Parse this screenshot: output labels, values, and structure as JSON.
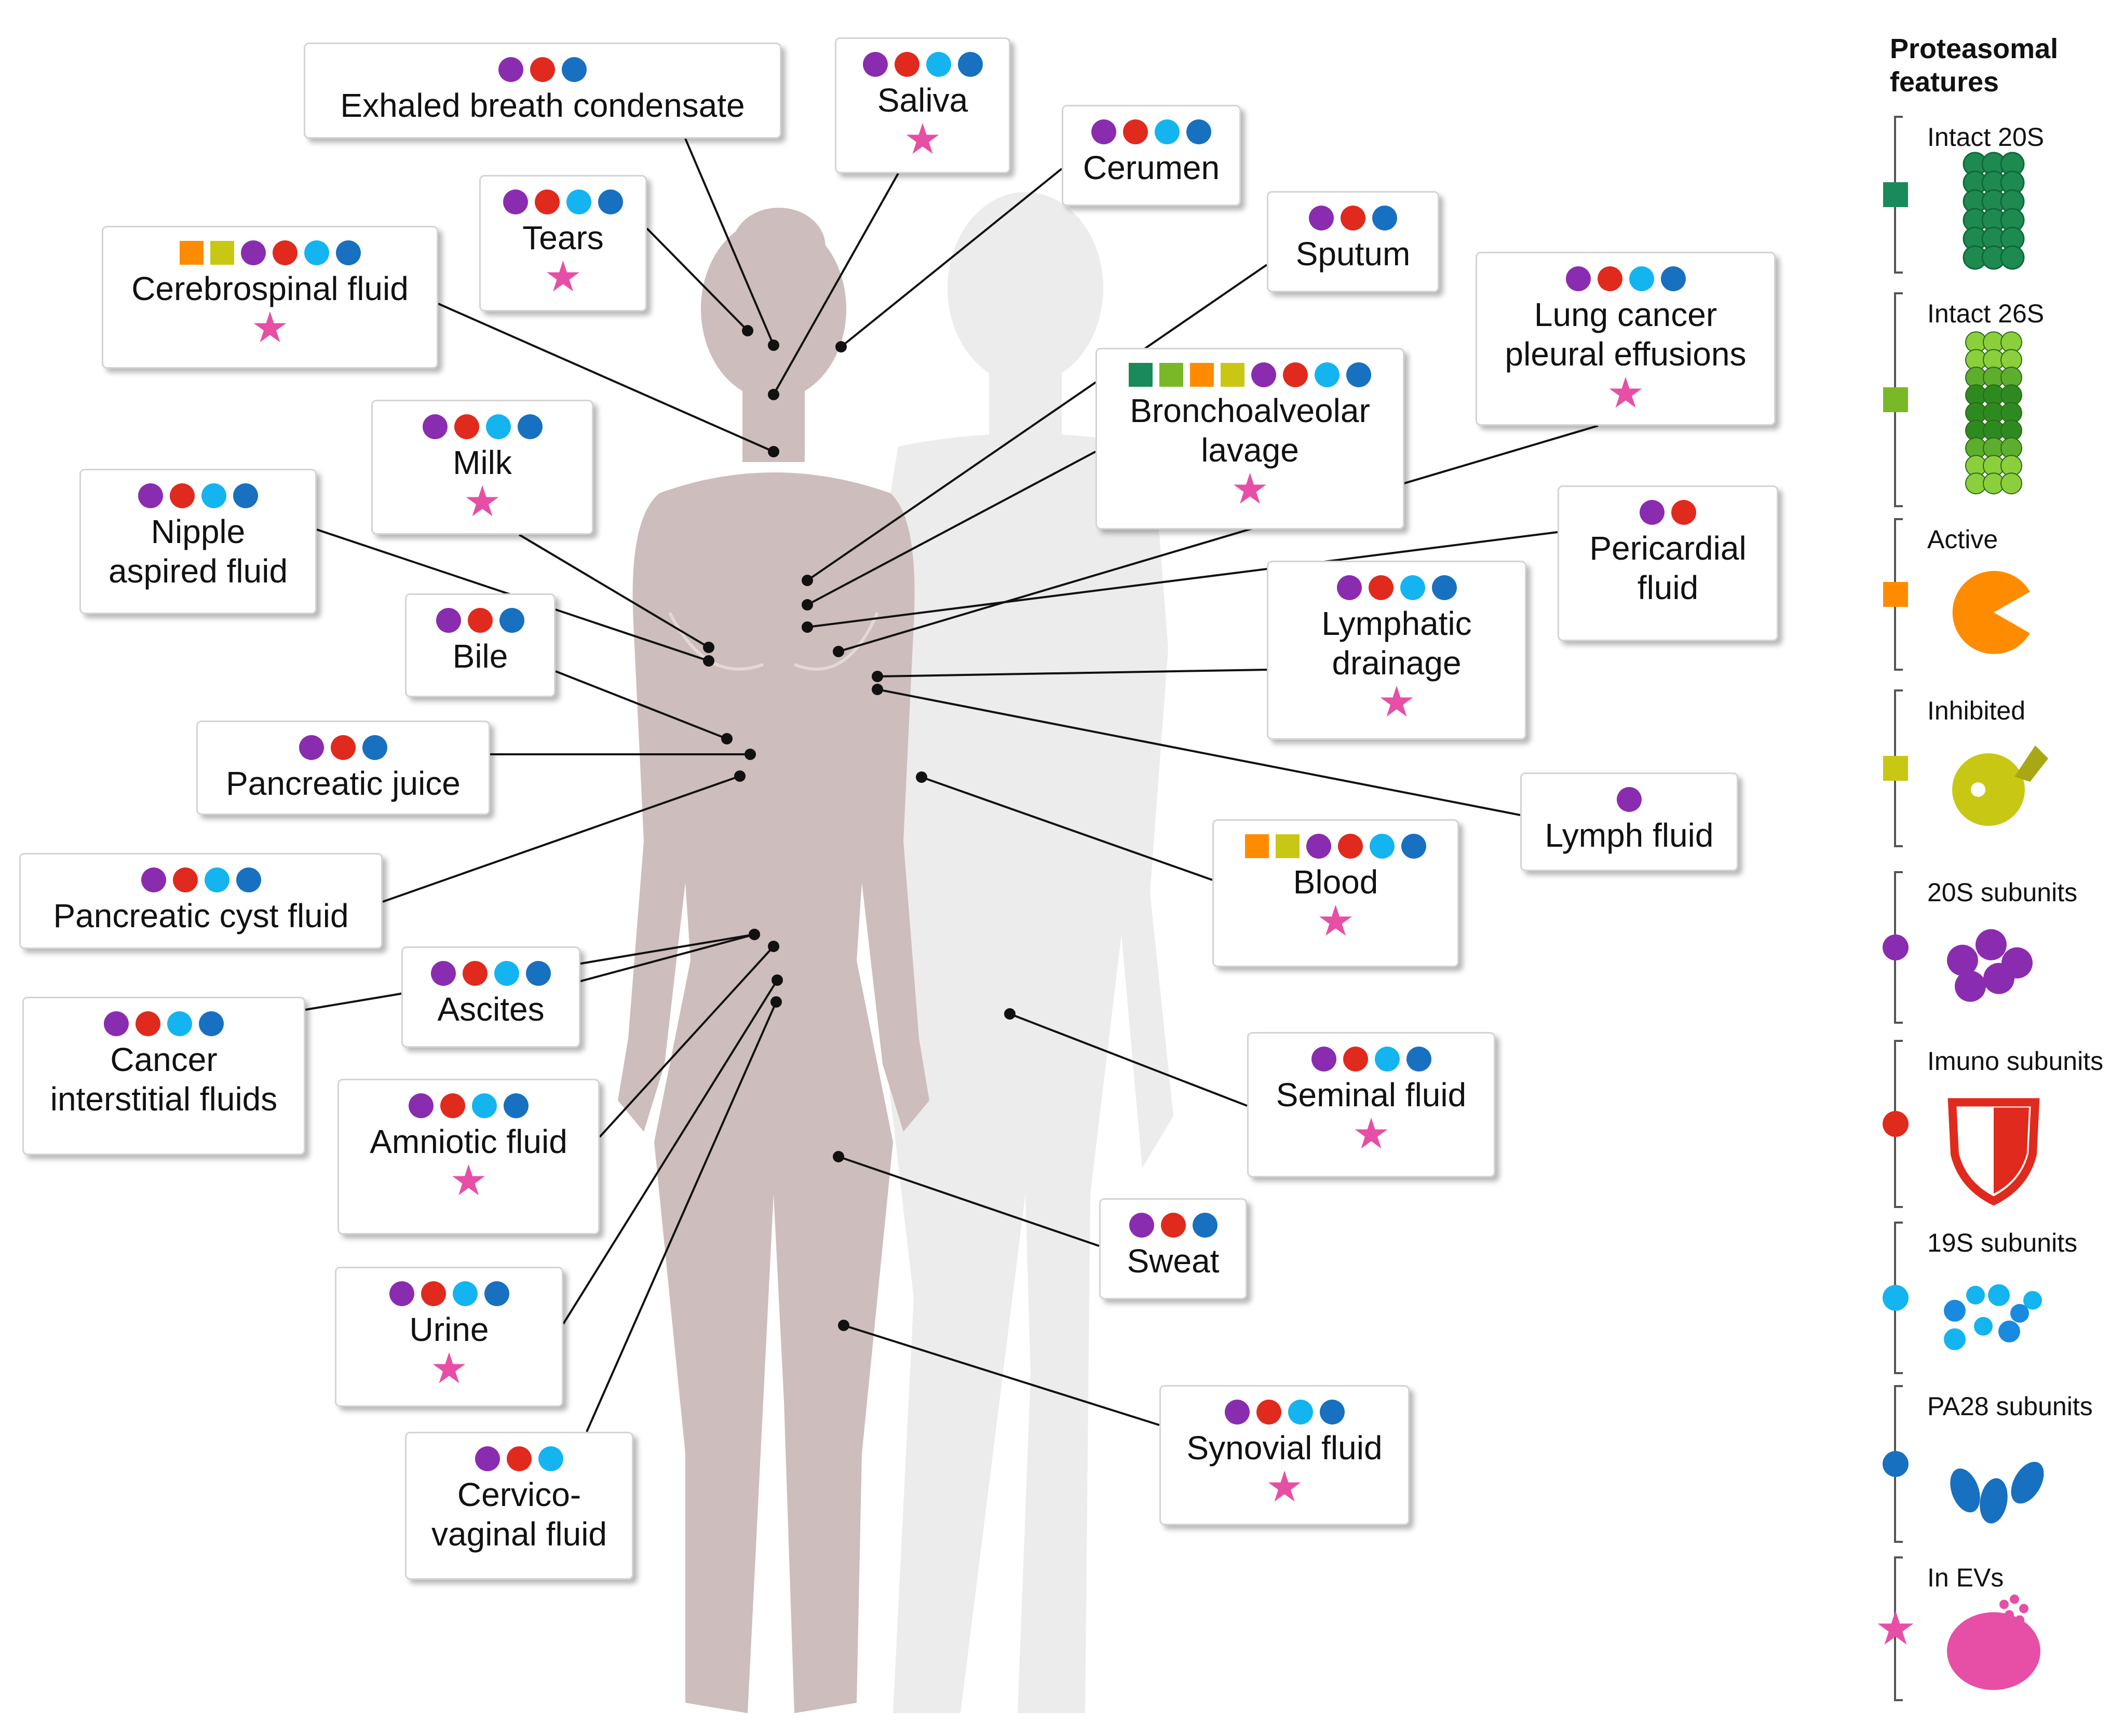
{
  "colors": {
    "intact20s": "#1a8a5a",
    "intact26s": "#7ab828",
    "active": "#ff8c00",
    "inhibited": "#c8c814",
    "sub20s": "#8a2cb0",
    "imuno": "#e02a1e",
    "sub19s": "#14b4f0",
    "pa28": "#1870c0",
    "evs": "#e64fa5"
  },
  "fluids": [
    {
      "id": "exhaled-breath-condensate",
      "label": "Exhaled breath condensate",
      "markers": [
        "sub20s",
        "imuno",
        "pa28"
      ],
      "ev": false
    },
    {
      "id": "saliva",
      "label": "Saliva",
      "markers": [
        "sub20s",
        "imuno",
        "sub19s",
        "pa28"
      ],
      "ev": true
    },
    {
      "id": "cerumen",
      "label": "Cerumen",
      "markers": [
        "sub20s",
        "imuno",
        "sub19s",
        "pa28"
      ],
      "ev": false
    },
    {
      "id": "tears",
      "label": "Tears",
      "markers": [
        "sub20s",
        "imuno",
        "sub19s",
        "pa28"
      ],
      "ev": true
    },
    {
      "id": "sputum",
      "label": "Sputum",
      "markers": [
        "sub20s",
        "imuno",
        "pa28"
      ],
      "ev": false
    },
    {
      "id": "cerebrospinal-fluid",
      "label": "Cerebrospinal fluid",
      "markers": [
        "active",
        "inhibited",
        "sub20s",
        "imuno",
        "sub19s",
        "pa28"
      ],
      "ev": true
    },
    {
      "id": "lung-cancer-pleural-effusions",
      "label": "Lung cancer\npleural effusions",
      "markers": [
        "sub20s",
        "imuno",
        "sub19s",
        "pa28"
      ],
      "ev": true
    },
    {
      "id": "milk",
      "label": "Milk",
      "markers": [
        "sub20s",
        "imuno",
        "sub19s",
        "pa28"
      ],
      "ev": true
    },
    {
      "id": "bronchoalveolar-lavage",
      "label": "Bronchoalveolar\nlavage",
      "markers": [
        "intact20s",
        "intact26s",
        "active",
        "inhibited",
        "sub20s",
        "imuno",
        "sub19s",
        "pa28"
      ],
      "ev": true
    },
    {
      "id": "nipple-aspired-fluid",
      "label": "Nipple\naspired fluid",
      "markers": [
        "sub20s",
        "imuno",
        "sub19s",
        "pa28"
      ],
      "ev": false
    },
    {
      "id": "pericardial-fluid",
      "label": "Pericardial\nfluid",
      "markers": [
        "sub20s",
        "imuno"
      ],
      "ev": false
    },
    {
      "id": "lymphatic-drainage",
      "label": "Lymphatic\ndrainage",
      "markers": [
        "sub20s",
        "imuno",
        "sub19s",
        "pa28"
      ],
      "ev": true
    },
    {
      "id": "bile",
      "label": "Bile",
      "markers": [
        "sub20s",
        "imuno",
        "pa28"
      ],
      "ev": false
    },
    {
      "id": "pancreatic-juice",
      "label": "Pancreatic juice",
      "markers": [
        "sub20s",
        "imuno",
        "pa28"
      ],
      "ev": false
    },
    {
      "id": "lymph-fluid",
      "label": "Lymph fluid",
      "markers": [
        "sub20s"
      ],
      "ev": false
    },
    {
      "id": "pancreatic-cyst-fluid",
      "label": "Pancreatic cyst fluid",
      "markers": [
        "sub20s",
        "imuno",
        "sub19s",
        "pa28"
      ],
      "ev": false
    },
    {
      "id": "blood",
      "label": "Blood",
      "markers": [
        "active",
        "inhibited",
        "sub20s",
        "imuno",
        "sub19s",
        "pa28"
      ],
      "ev": true
    },
    {
      "id": "ascites",
      "label": "Ascites",
      "markers": [
        "sub20s",
        "imuno",
        "sub19s",
        "pa28"
      ],
      "ev": false
    },
    {
      "id": "cancer-interstitial-fluids",
      "label": "Cancer\ninterstitial fluids",
      "markers": [
        "sub20s",
        "imuno",
        "sub19s",
        "pa28"
      ],
      "ev": false
    },
    {
      "id": "seminal-fluid",
      "label": "Seminal fluid",
      "markers": [
        "sub20s",
        "imuno",
        "sub19s",
        "pa28"
      ],
      "ev": true
    },
    {
      "id": "amniotic-fluid",
      "label": "Amniotic fluid",
      "markers": [
        "sub20s",
        "imuno",
        "sub19s",
        "pa28"
      ],
      "ev": true
    },
    {
      "id": "sweat",
      "label": "Sweat",
      "markers": [
        "sub20s",
        "imuno",
        "pa28"
      ],
      "ev": false
    },
    {
      "id": "urine",
      "label": "Urine",
      "markers": [
        "sub20s",
        "imuno",
        "sub19s",
        "pa28"
      ],
      "ev": true
    },
    {
      "id": "synovial-fluid",
      "label": "Synovial fluid",
      "markers": [
        "sub20s",
        "imuno",
        "sub19s",
        "pa28"
      ],
      "ev": true
    },
    {
      "id": "cervico-vaginal-fluid",
      "label": "Cervico-\nvaginal fluid",
      "markers": [
        "sub20s",
        "imuno",
        "sub19s"
      ],
      "ev": false
    }
  ],
  "legend": {
    "title": "Proteasomal\nfeatures",
    "items": [
      {
        "key": "intact20s",
        "label": "Intact 20S",
        "marker": "square",
        "icon": "proteasome-20s-icon"
      },
      {
        "key": "intact26s",
        "label": "Intact 26S",
        "marker": "square",
        "icon": "proteasome-26s-icon"
      },
      {
        "key": "active",
        "label": "Active",
        "marker": "square",
        "icon": "active-pacman-icon"
      },
      {
        "key": "inhibited",
        "label": "Inhibited",
        "marker": "square",
        "icon": "inhibited-icon"
      },
      {
        "key": "sub20s",
        "label": "20S subunits",
        "marker": "circle",
        "icon": "subunits-20s-icon"
      },
      {
        "key": "imuno",
        "label": "Imuno subunits",
        "marker": "circle",
        "icon": "shield-icon"
      },
      {
        "key": "sub19s",
        "label": "19S subunits",
        "marker": "circle",
        "icon": "subunits-19s-icon"
      },
      {
        "key": "pa28",
        "label": "PA28 subunits",
        "marker": "circle",
        "icon": "pa28-icon"
      },
      {
        "key": "evs",
        "label": "In EVs",
        "marker": "star",
        "icon": "vesicle-icon"
      }
    ]
  }
}
